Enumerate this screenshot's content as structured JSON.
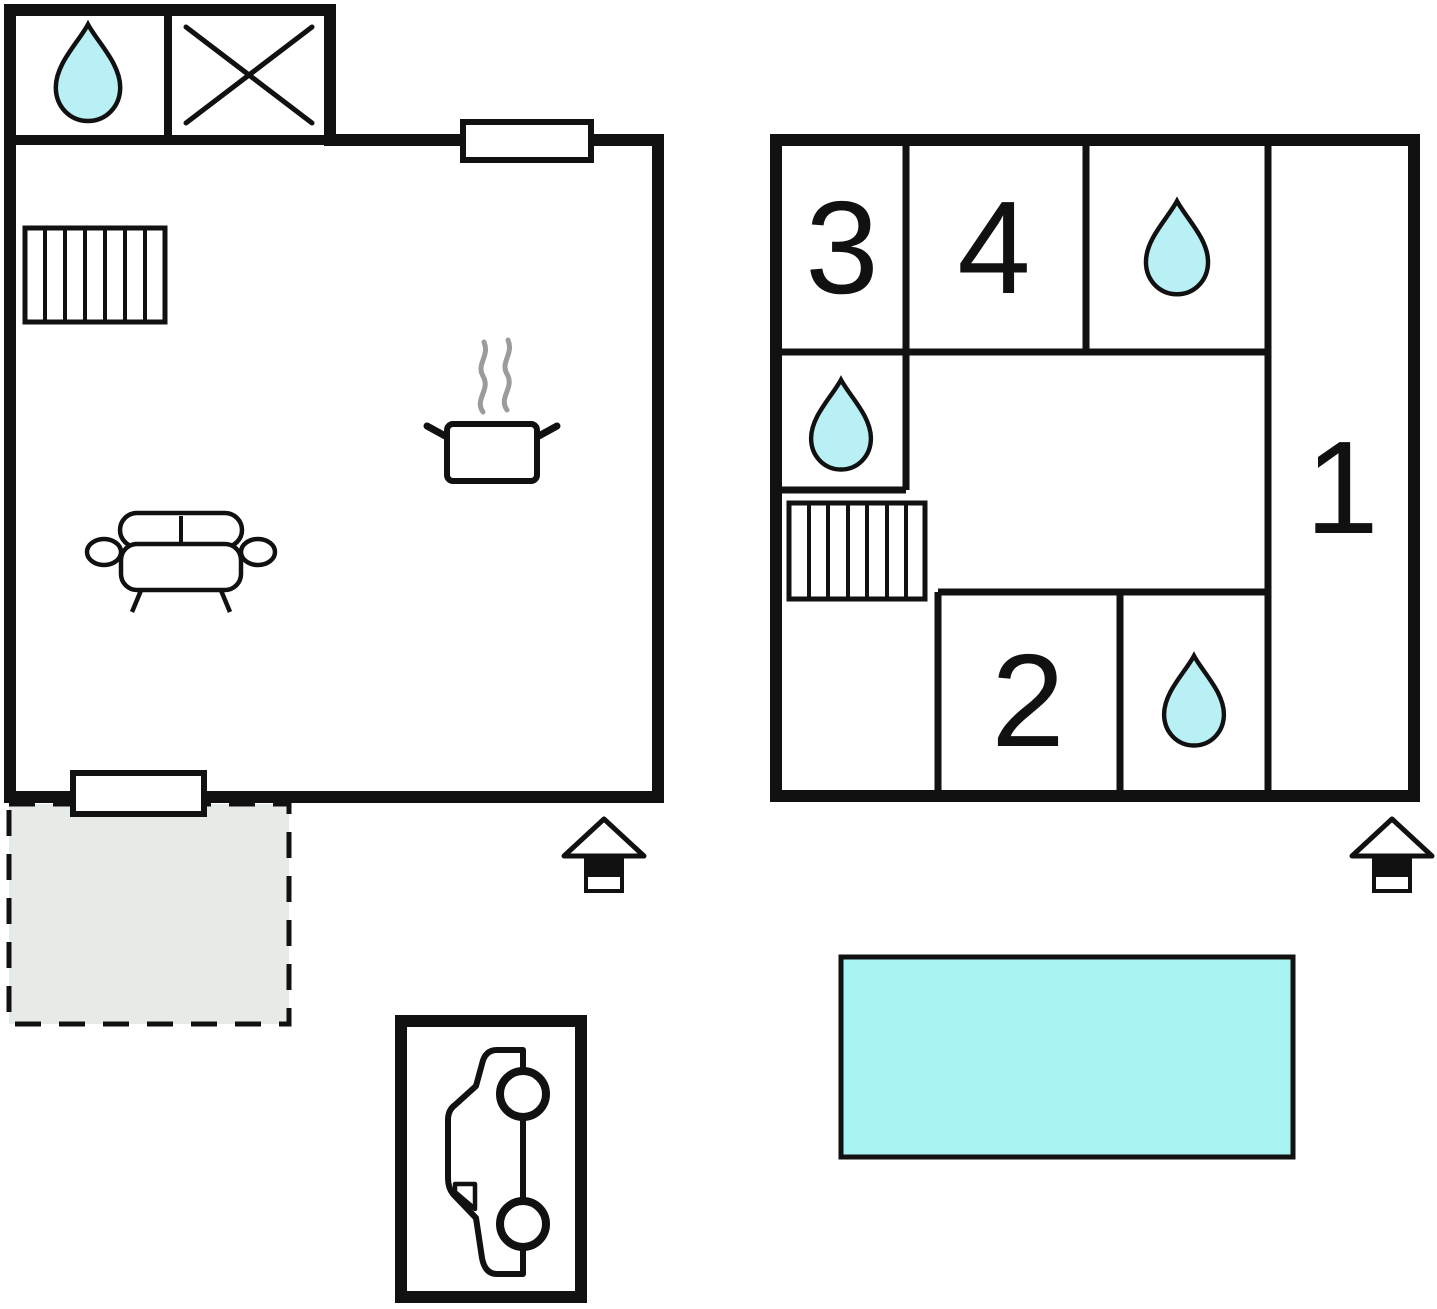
{
  "page": {
    "title": "Floor plan",
    "background": "#ffffff"
  },
  "colors": {
    "wall": "#111111",
    "water_drop": "#b8f0f5",
    "pool": "#a9f2f4",
    "terrace": "#e7ebe8",
    "steam": "#9b9b9b"
  },
  "upper_floor": {
    "room_labels": {
      "room1": "1",
      "room2": "2",
      "room3": "3",
      "room4": "4"
    },
    "features": [
      "stairs",
      "bathroom-top",
      "bathroom-middle",
      "bathroom-bottom",
      "entrance"
    ]
  },
  "ground_floor": {
    "features": [
      "bathroom",
      "utility-room",
      "stairs",
      "stove",
      "sofa",
      "window",
      "terrace-door",
      "terrace",
      "entrance"
    ]
  },
  "exterior": {
    "features": [
      "garage-with-car",
      "swimming-pool"
    ]
  }
}
